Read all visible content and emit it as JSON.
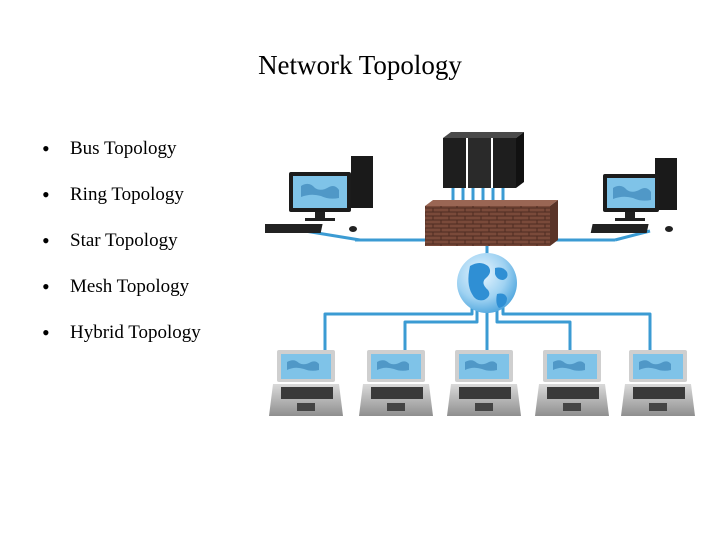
{
  "slide": {
    "title": "Network Topology",
    "bullets": [
      "Bus Topology",
      "Ring Topology",
      "Star Topology",
      "Mesh Topology",
      "Hybrid Topology"
    ]
  },
  "diagram": {
    "icons": [
      "server-rack-icon",
      "desktop-computer-icon",
      "firewall-icon",
      "globe-icon",
      "laptop-icon"
    ],
    "colors": {
      "cable": "#3b9bd3",
      "brick": "#7a4a3a",
      "screen": "#7fc3e8",
      "device": "#2a2a2a",
      "globe": "#2f8fd4"
    }
  }
}
